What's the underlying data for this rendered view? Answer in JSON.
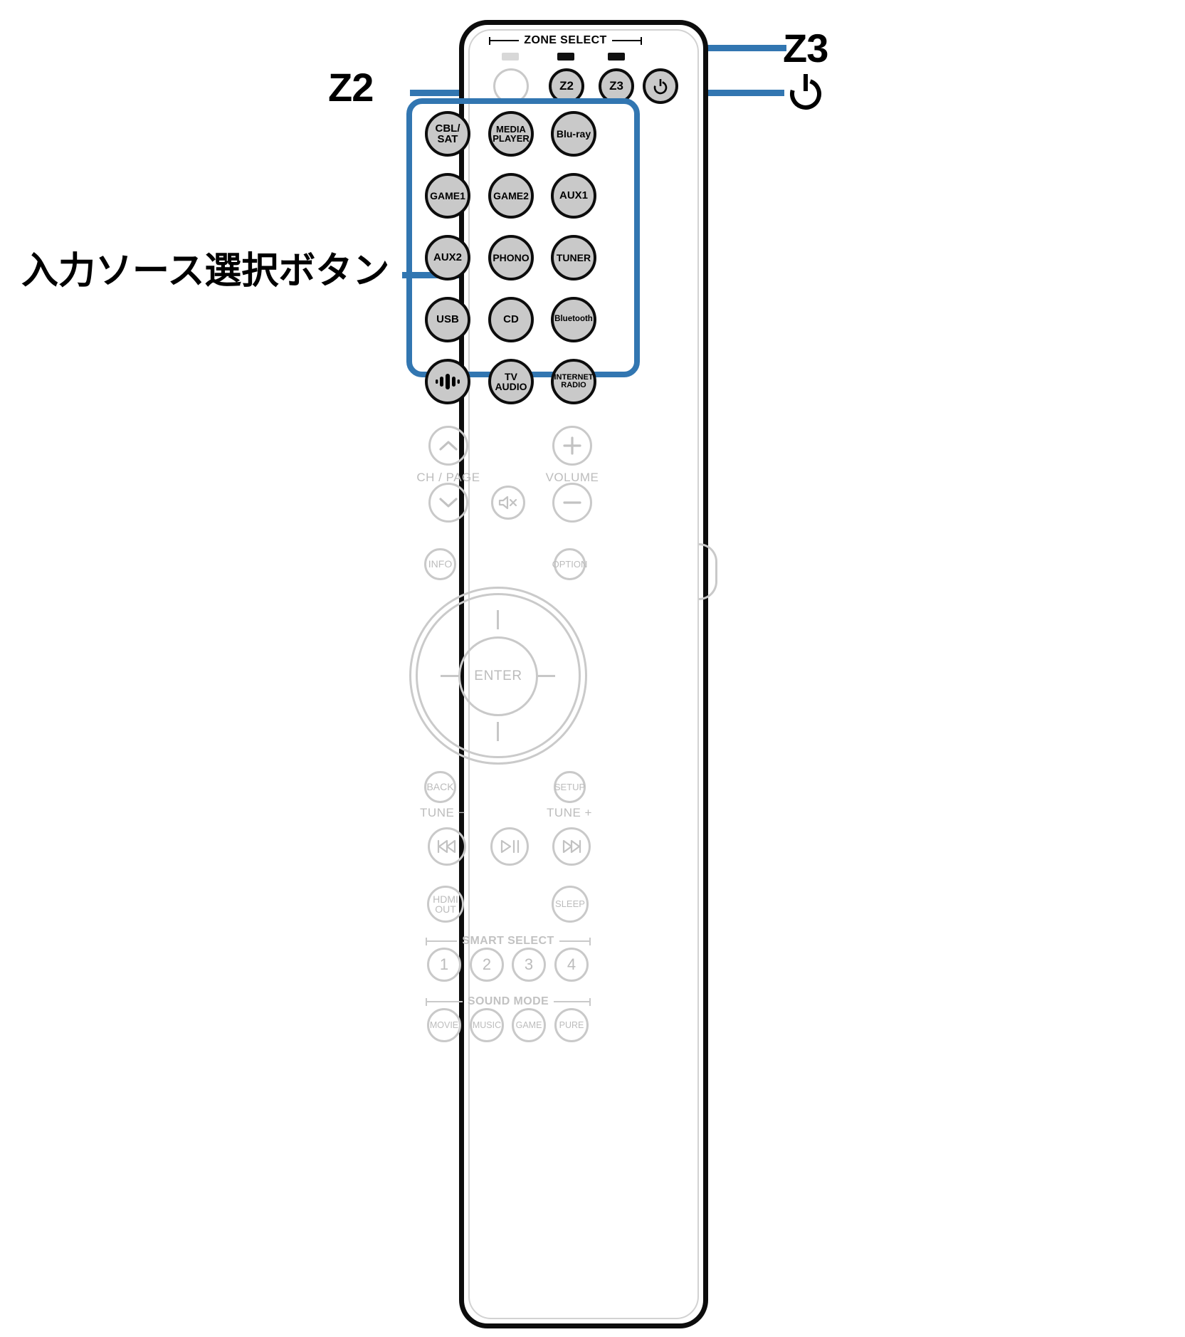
{
  "figure": {
    "type": "remote-control-callout-diagram",
    "device": "AV receiver remote control"
  },
  "callouts": [
    {
      "id": "z2",
      "label": "Z2",
      "target": "zone-2-button"
    },
    {
      "id": "z3",
      "label": "Z3",
      "target": "zone-3-button"
    },
    {
      "id": "power",
      "label": "⏻",
      "target": "power-button"
    },
    {
      "id": "source",
      "label": "入力ソース選択ボタン",
      "target": "input-source-button-group"
    }
  ],
  "remote": {
    "zone_select": {
      "bracket_label": "ZONE SELECT",
      "buttons": [
        {
          "name": "main-zone-button",
          "label": "",
          "state": "faded",
          "led": "off"
        },
        {
          "name": "zone-2-button",
          "label": "Z2",
          "state": "highlighted",
          "led": "on"
        },
        {
          "name": "zone-3-button",
          "label": "Z3",
          "state": "highlighted",
          "led": "on"
        }
      ],
      "power_button": {
        "name": "power-button",
        "label": "⏻",
        "state": "highlighted"
      }
    },
    "input_source": {
      "highlighted": true,
      "rows": [
        [
          {
            "label": "CBL/\nSAT",
            "name": "source-cbl-sat"
          },
          {
            "label": "MEDIA\nPLAYER",
            "name": "source-media-player"
          },
          {
            "label": "Blu-ray",
            "name": "source-blu-ray"
          }
        ],
        [
          {
            "label": "GAME1",
            "name": "source-game1"
          },
          {
            "label": "GAME2",
            "name": "source-game2"
          },
          {
            "label": "AUX1",
            "name": "source-aux1"
          }
        ],
        [
          {
            "label": "AUX2",
            "name": "source-aux2"
          },
          {
            "label": "PHONO",
            "name": "source-phono"
          },
          {
            "label": "TUNER",
            "name": "source-tuner"
          }
        ],
        [
          {
            "label": "USB",
            "name": "source-usb"
          },
          {
            "label": "CD",
            "name": "source-cd"
          },
          {
            "label": "Bluetooth",
            "name": "source-bluetooth"
          }
        ],
        [
          {
            "label": "",
            "name": "source-heos",
            "icon": "heos-icon"
          },
          {
            "label": "TV\nAUDIO",
            "name": "source-tv-audio"
          },
          {
            "label": "INTERNET\nRADIO",
            "name": "source-internet-radio"
          }
        ]
      ]
    },
    "channel_volume": {
      "ch_page_label": "CH / PAGE",
      "volume_label": "VOLUME",
      "buttons": [
        {
          "name": "channel-page-up-button",
          "icon": "chevron-up-icon"
        },
        {
          "name": "volume-up-button",
          "icon": "plus-icon"
        },
        {
          "name": "channel-page-down-button",
          "icon": "chevron-down-icon"
        },
        {
          "name": "mute-button",
          "icon": "mute-icon"
        },
        {
          "name": "volume-down-button",
          "icon": "minus-icon"
        }
      ]
    },
    "navigation": {
      "info_label": "INFO",
      "option_label": "OPTION",
      "enter_label": "ENTER",
      "back_label": "BACK",
      "setup_label": "SETUP"
    },
    "transport": {
      "tune_minus_label": "TUNE −",
      "tune_plus_label": "TUNE +",
      "buttons": [
        {
          "name": "skip-previous-button",
          "icon": "skip-back-icon"
        },
        {
          "name": "play-pause-button",
          "icon": "play-pause-icon"
        },
        {
          "name": "skip-next-button",
          "icon": "skip-forward-icon"
        }
      ]
    },
    "utility": {
      "hdmi_out_label": "HDMI\nOUT",
      "sleep_label": "SLEEP"
    },
    "smart_select": {
      "bracket_label": "SMART SELECT",
      "buttons": [
        "1",
        "2",
        "3",
        "4"
      ]
    },
    "sound_mode": {
      "bracket_label": "SOUND MODE",
      "buttons": [
        "MOVIE",
        "MUSIC",
        "GAME",
        "PURE"
      ]
    }
  },
  "colors": {
    "accent": "#3276b1",
    "button_fill": "#c9c9c9",
    "button_stroke": "#0d0d0d",
    "faded_stroke": "#c9c9c9",
    "faded_text": "#bcbcbc",
    "body_stroke": "#0d0d0d"
  }
}
